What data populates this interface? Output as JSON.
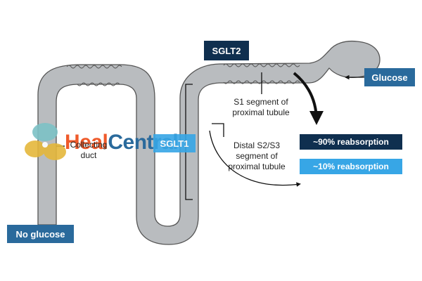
{
  "labels": {
    "sglt2": "SGLT2",
    "sglt1": "SGLT1",
    "glucose": "Glucose",
    "no_glucose": "No glucose",
    "s1_segment": "S1 segment of proximal tubule",
    "distal_segment": "Distal S2/S3 segment of proximal tubule",
    "collecting_duct": "Collecting duct",
    "reabsorption_90": "~90% reabsorption",
    "reabsorption_10": "~10% reabsorption"
  },
  "watermark": {
    "text_a": "Heal",
    "text_b": "Central"
  },
  "colors": {
    "tubule_fill": "#b9bcbf",
    "tubule_stroke": "#555555",
    "dark_navy": "#0f2f4f",
    "mid_blue": "#2a6a9c",
    "light_blue": "#37a6e6",
    "watermark_orange": "#ef5a2a",
    "watermark_teal": "#7dc2c6",
    "watermark_gold": "#e5b73b"
  }
}
